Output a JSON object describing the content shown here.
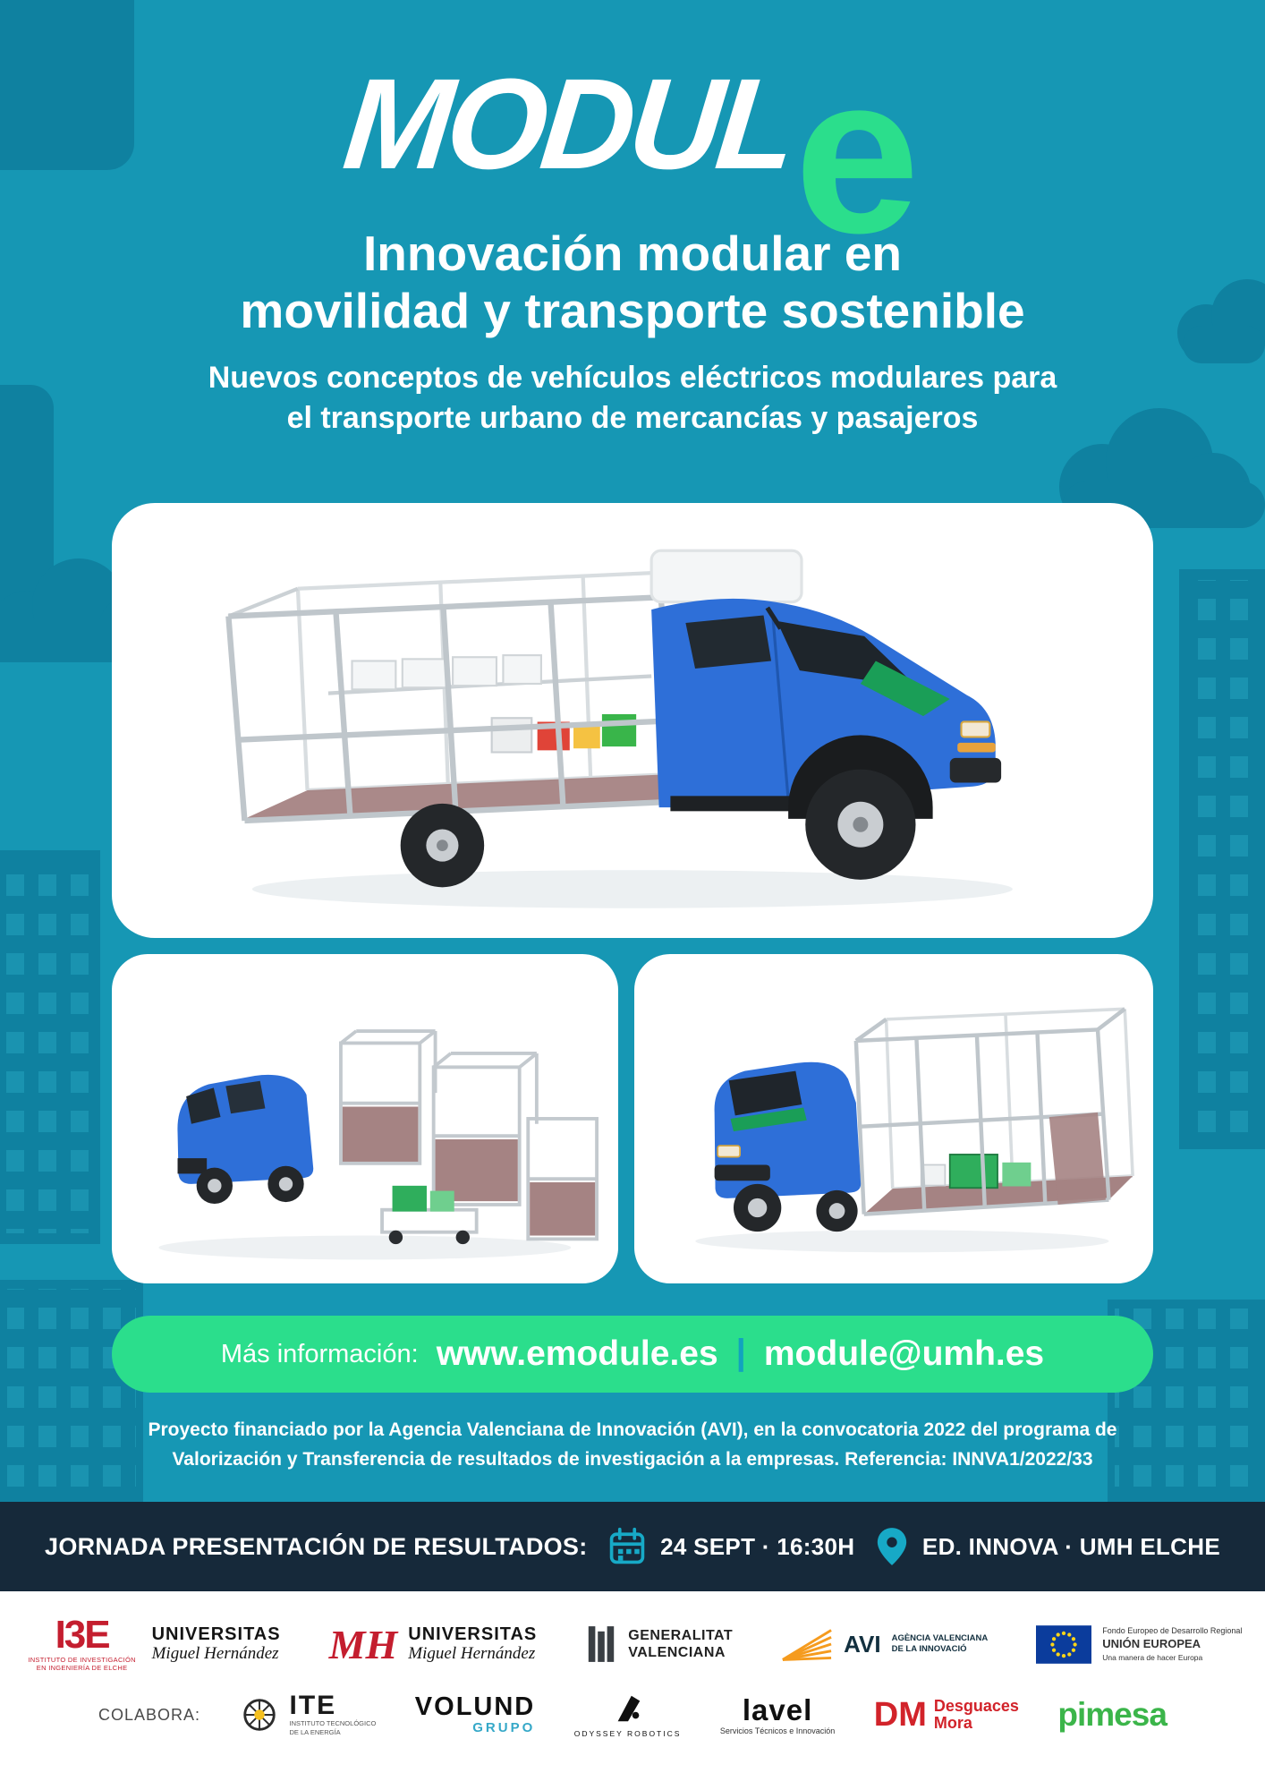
{
  "colors": {
    "background_teal": "#1697B4",
    "accent_green": "#2BDE8C",
    "band_navy": "#16293A",
    "truck_blue": "#2E6FD8",
    "module_floor": "#A58383"
  },
  "logo": {
    "main": "MODUL",
    "accent": "e"
  },
  "hero": {
    "title1": "Innovación modular en",
    "title2": "movilidad y transporte sostenible",
    "sub1": "Nuevos conceptos de vehículos eléctricos modulares para",
    "sub2": "el transporte urbano de mercancías y pasajeros"
  },
  "banner": {
    "label": "Más información:",
    "website": "www.emodule.es",
    "separator": "|",
    "email": "module@umh.es"
  },
  "funding": {
    "line1": "Proyecto financiado por la Agencia Valenciana de Innovación (AVI), en la convocatoria 2022 del programa de",
    "line2": "Valorización y Transferencia de resultados de investigación a la empresas. Referencia: INNVA1/2022/33"
  },
  "event": {
    "title": "JORNADA PRESENTACIÓN DE RESULTADOS:",
    "datetime": "24 SEPT · 16:30H",
    "location": "ED. INNOVA · UMH ELCHE"
  },
  "icons": {
    "calendar": "calendar-icon",
    "location": "location-pin-icon"
  },
  "images": {
    "main": "modular-electric-truck-assembled-render",
    "left": "van-with-detached-cargo-modules-render",
    "right": "truck-with-mounted-module-render"
  },
  "partners": {
    "i3e": {
      "abbr": "I3E",
      "caption": "INSTITUTO DE INVESTIGACIÓN EN INGENIERÍA DE ELCHE",
      "university": "UNIVERSITAS",
      "university2": "Miguel Hernández"
    },
    "umh": {
      "abbr": "MH",
      "university": "UNIVERSITAS",
      "university2": "Miguel Hernández"
    },
    "gva": {
      "line1": "GENERALITAT",
      "line2": "VALENCIANA"
    },
    "avi": {
      "abbr": "AVI",
      "line1": "AGÈNCIA VALENCIANA",
      "line2": "DE LA INNOVACIÓ"
    },
    "eu": {
      "line1": "Fondo Europeo de Desarrollo Regional",
      "line2": "UNIÓN EUROPEA",
      "line3": "Una manera de hacer Europa"
    }
  },
  "collaborators": {
    "label": "COLABORA:",
    "ite": {
      "name": "ITE",
      "caption1": "INSTITUTO TECNOLÓGICO",
      "caption2": "DE LA ENERGÍA"
    },
    "volund": {
      "name": "VOLUND",
      "sub": "GRUPO"
    },
    "odyssey": {
      "name": "ODYSSEY ROBOTICS"
    },
    "lavel": {
      "name": "lavel",
      "sub": "Servicios Técnicos e Innovación"
    },
    "dm": {
      "abbr": "DM",
      "line1": "Desguaces",
      "line2": "Mora"
    },
    "pimesa": {
      "name": "pimesa"
    }
  }
}
